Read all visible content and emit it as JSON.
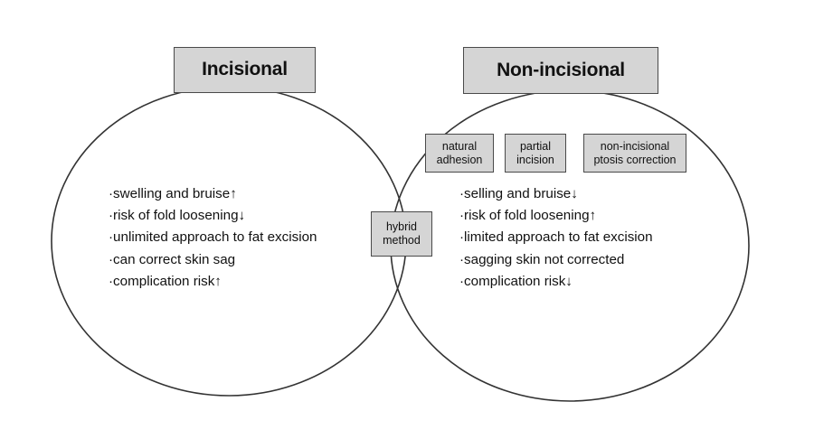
{
  "diagram": {
    "type": "venn-diagram",
    "colors": {
      "box_fill": "#d5d5d5",
      "box_border": "#4a4a4a",
      "circle_stroke": "#333333",
      "background": "#ffffff",
      "text": "#111111"
    },
    "left": {
      "title": "Incisional",
      "items": [
        "·swelling and bruise↑",
        "·risk of fold loosening↓",
        "·unlimited approach to fat excision",
        "·can correct skin sag",
        "·complication risk↑"
      ]
    },
    "right": {
      "title": "Non-incisional",
      "tags": [
        "natural adhesion",
        "partial incision",
        "non-incisional ptosis correction"
      ],
      "tag_lines": [
        [
          "natural",
          "adhesion"
        ],
        [
          "partial",
          "incision"
        ],
        [
          "non-incisional",
          "ptosis correction"
        ]
      ],
      "items": [
        "·selling and bruise↓",
        "·risk of fold loosening↑",
        "·limited approach to fat excision",
        "·sagging skin not corrected",
        "·complication risk↓"
      ]
    },
    "intersection": {
      "label": "hybrid method",
      "lines": [
        "hybrid",
        "method"
      ]
    }
  }
}
